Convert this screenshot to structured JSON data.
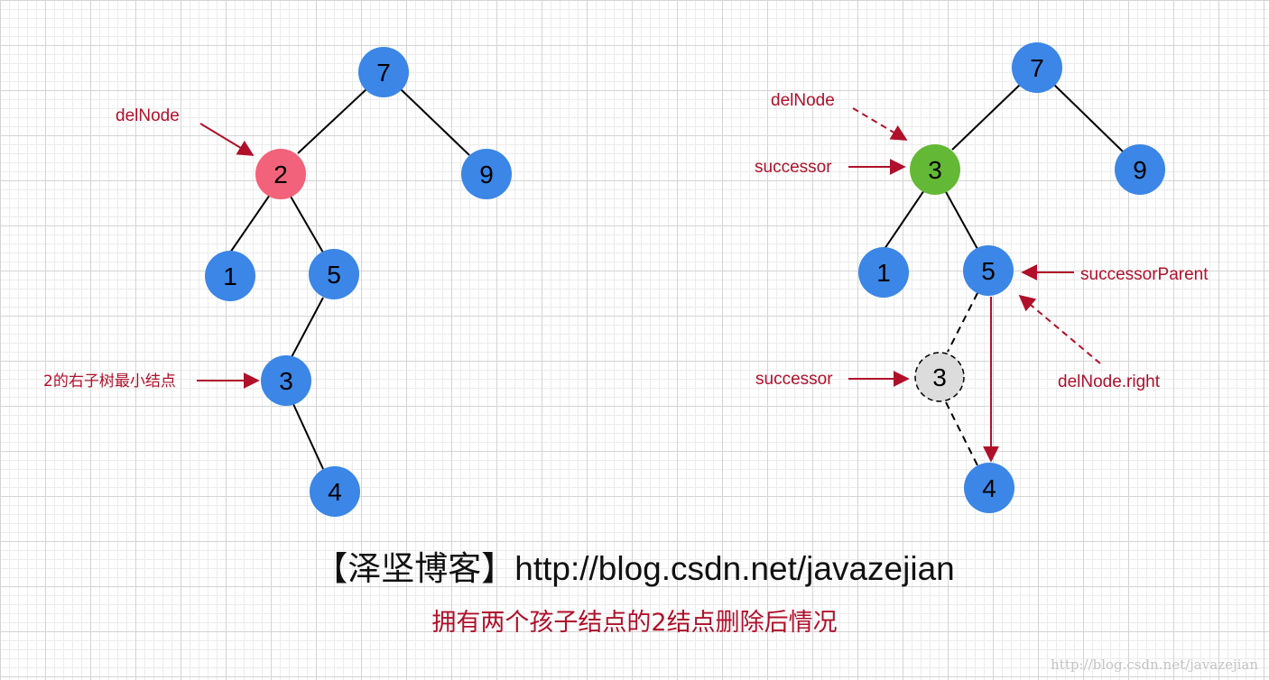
{
  "colors": {
    "node_blue": "#3b86e6",
    "node_red": "#f2627a",
    "node_green": "#63b935",
    "node_gray": "#dcdcdc",
    "annotation_red": "#b0102a"
  },
  "left_tree": {
    "nodes": [
      {
        "label": "7"
      },
      {
        "label": "2"
      },
      {
        "label": "9"
      },
      {
        "label": "1"
      },
      {
        "label": "5"
      },
      {
        "label": "3"
      },
      {
        "label": "4"
      }
    ],
    "annotations": {
      "del_node": "delNode",
      "min_node": "2的右子树最小结点"
    }
  },
  "right_tree": {
    "nodes": [
      {
        "label": "7"
      },
      {
        "label": "3"
      },
      {
        "label": "9"
      },
      {
        "label": "1"
      },
      {
        "label": "5"
      },
      {
        "label": "3"
      },
      {
        "label": "4"
      }
    ],
    "annotations": {
      "del_node": "delNode",
      "successor_top": "successor",
      "successor_parent": "successorParent",
      "successor_old": "successor",
      "del_node_right": "delNode.right"
    }
  },
  "caption": "【泽坚博客】http://blog.csdn.net/javazejian",
  "subcaption": "拥有两个孩子结点的2结点删除后情况",
  "watermark": "http://blog.csdn.net/javazejian"
}
